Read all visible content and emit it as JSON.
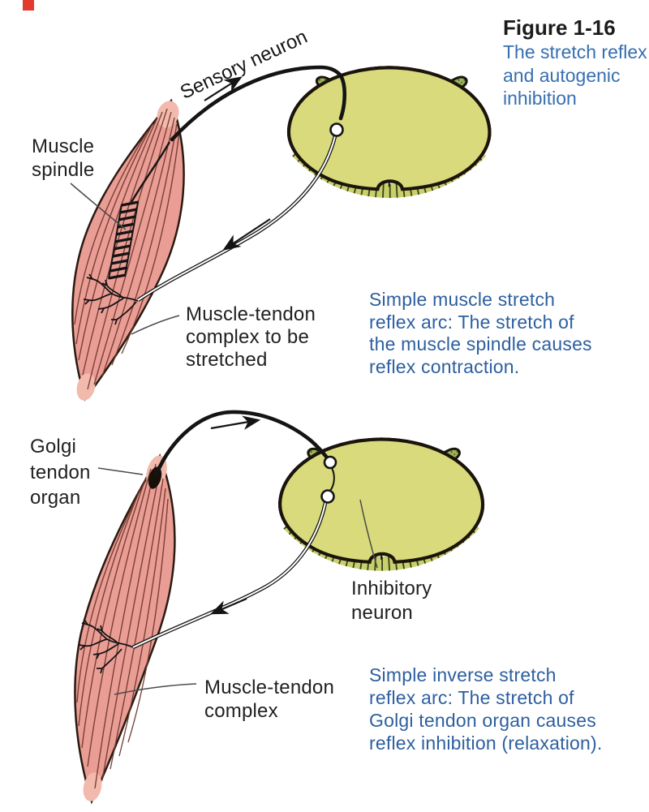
{
  "figure": {
    "title": "Figure 1-16",
    "subtitle": "The stretch reflex\nand autogenic\ninhibition"
  },
  "top_diagram": {
    "labels": {
      "sensory_neuron": "Sensory neuron",
      "muscle_spindle": "Muscle\nspindle",
      "muscle_tendon_complex": "Muscle-tendon\ncomplex to be\nstretched"
    },
    "caption": "Simple muscle stretch\nreflex arc: The stretch of\nthe muscle spindle causes\nreflex contraction."
  },
  "bottom_diagram": {
    "labels": {
      "golgi_tendon_organ": "Golgi\ntendon\norgan",
      "inhibitory_neuron": "Inhibitory\nneuron",
      "muscle_tendon_complex": "Muscle-tendon\ncomplex"
    },
    "caption": "Simple inverse stretch\nreflex arc: The stretch of\nGolgi tendon organ causes\nreflex inhibition (relaxation)."
  },
  "colors": {
    "caption_blue": "#2d5f9f",
    "subtitle_blue": "#376fb0",
    "label_black": "#212121",
    "muscle_pink": "#e99d95",
    "muscle_tendon_pink": "#f2b9ad",
    "cord_khaki": "#d9da7c",
    "cord_side": "#c8cf6b",
    "gray_matter_green": "#9db25a",
    "red_mark": "#e23b2e"
  }
}
